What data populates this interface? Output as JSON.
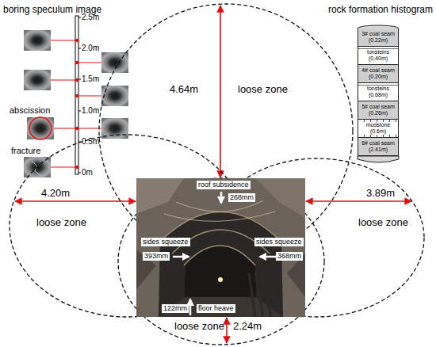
{
  "diagram": {
    "nodes": [
      {
        "text": [
          "4.64m",
          "loose zone"
        ]
      },
      {
        "text": [
          "4.20m",
          "loose zone"
        ]
      },
      {
        "text": [
          "3.89m",
          "loose zone"
        ]
      },
      {
        "text": [
          "loose zone",
          "2.24m"
        ]
      },
      {
        "text": [
          "3# coal seam (0.22m)"
        ]
      },
      {
        "text": [
          "tonsteins (0.40m)"
        ]
      },
      {
        "text": [
          "4# coal seam (0.20m)"
        ]
      },
      {
        "text": [
          "tonsteins (0.68m)"
        ]
      },
      {
        "text": [
          "5# coal seam (0.26m)"
        ]
      },
      {
        "text": [
          "mudstone (0.6m)"
        ]
      },
      {
        "text": [
          "6# coal seam (2.41m)"
        ]
      }
    ],
    "labels": [
      "boring speculum image",
      "rock formation histogram",
      "2.5m",
      "2.0m",
      "1.5m",
      "1.0m",
      "0.5m",
      "0m",
      "abscission",
      "fracture",
      "roof subsidence",
      "268mm",
      "sides squeeze",
      "393mm",
      "sides squeeze",
      "368mm",
      "floor heave",
      "122mm"
    ]
  }
}
